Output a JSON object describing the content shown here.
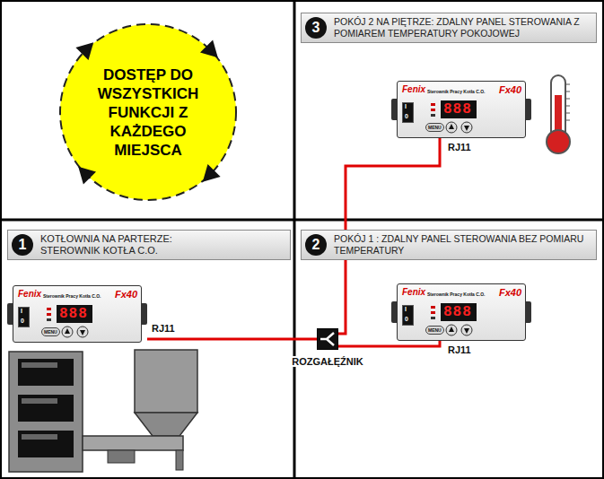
{
  "diagram": {
    "nodes": [
      {
        "text": [
          "DOSTĘP DO WSZYSTKICH FUNKCJI Z KAŻDEGO MIEJSCA"
        ]
      },
      {
        "text": [
          "3",
          "POKÓJ 2 NA PIĘTRZE: ZDALNY PANEL STEROWANIA Z POMIAREM TEMPERATURY POKOJOWEJ"
        ]
      },
      {
        "text": [
          "Fenix",
          "Sterownik Pracy Kotła C.O.",
          "Fx40",
          "888",
          "MENU",
          "I",
          "0"
        ]
      },
      {
        "text": [
          "1",
          "KOTŁOWNIA NA PARTERZE: STEROWNIK KOTŁA C.O."
        ]
      },
      {
        "text": [
          "Fenix",
          "Sterownik Pracy Kotła C.O.",
          "Fx40",
          "888",
          "MENU",
          "I",
          "0"
        ]
      },
      {
        "text": [
          "2",
          "POKÓJ 1 : ZDALNY PANEL STEROWANIA BEZ POMIARU TEMPERATURY"
        ]
      },
      {
        "text": [
          "Fenix",
          "Sterownik Pracy Kotła C.O.",
          "Fx40",
          "888",
          "MENU",
          "I",
          "0"
        ]
      },
      {
        "text": [
          "ROZGAŁĘŹNIK"
        ]
      }
    ],
    "edges": [
      {
        "from": 4,
        "to": 7,
        "arrow": "none"
      },
      {
        "from": 7,
        "to": 2,
        "arrow": "none"
      },
      {
        "from": 7,
        "to": 6,
        "arrow": "none"
      }
    ],
    "labels": [
      "RJ11",
      "RJ11",
      "RJ11"
    ]
  }
}
